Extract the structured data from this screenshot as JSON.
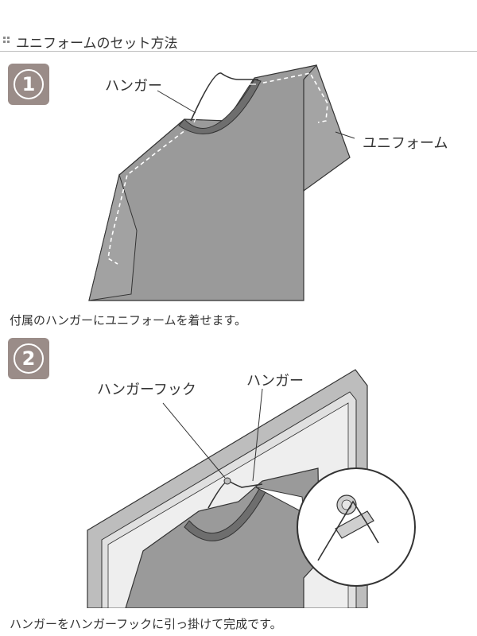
{
  "header": {
    "title": "ユニフォームのセット方法"
  },
  "steps": [
    {
      "number": "1",
      "labels": {
        "hanger": "ハンガー",
        "uniform": "ユニフォーム"
      },
      "caption": "付属のハンガーにユニフォームを着せます。"
    },
    {
      "number": "2",
      "labels": {
        "hook": "ハンガーフック",
        "hanger": "ハンガー"
      },
      "caption": "ハンガーをハンガーフックに引っ掛けて完成です。"
    }
  ],
  "colors": {
    "shirt": "#9a9a9a",
    "collar": "#6e6e6e",
    "badge": "#9a8c88",
    "frame": "#bdbdbd",
    "outline": "#333333"
  }
}
